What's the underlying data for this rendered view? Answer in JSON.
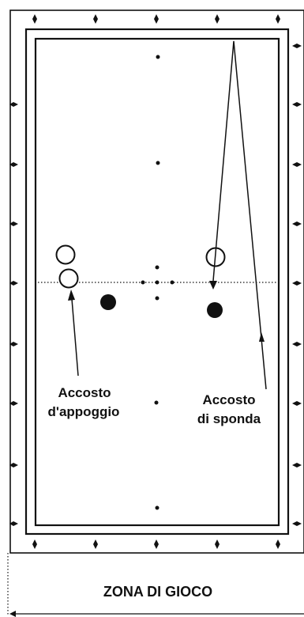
{
  "labels": {
    "accosto_appoggio_line1": "Accosto",
    "accosto_appoggio_line2": "d'appoggio",
    "accosto_sponda_line1": "Accosto",
    "accosto_sponda_line2": "di sponda",
    "zona_di_gioco": "ZONA DI GIOCO"
  },
  "colors": {
    "ink": "#111111",
    "background": "#ffffff"
  }
}
